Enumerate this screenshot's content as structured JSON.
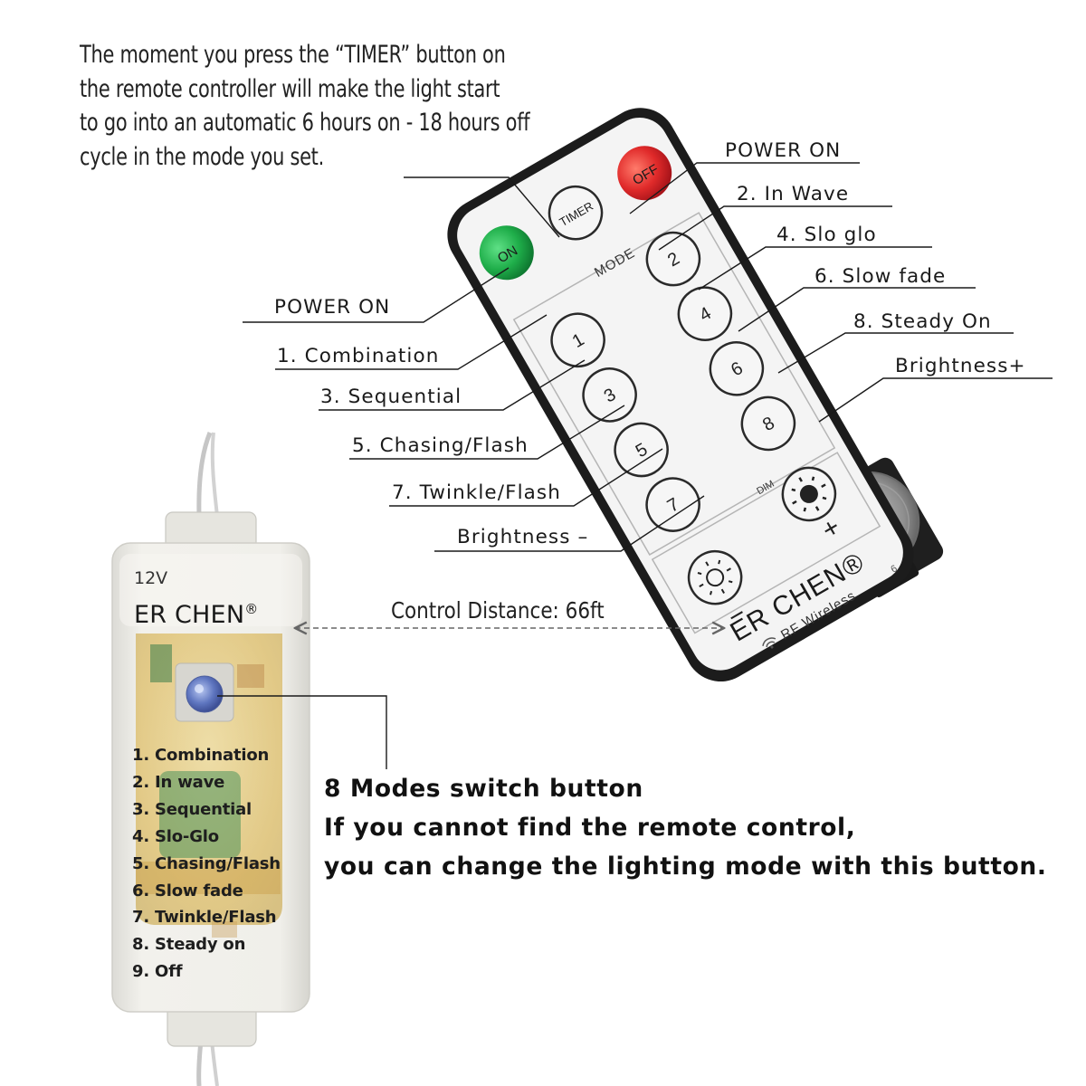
{
  "intro_lines": [
    "The moment you press the “TIMER” button on",
    "the remote controller will make the light start",
    "to go into an automatic 6 hours on - 18 hours off",
    "cycle in the mode you set."
  ],
  "callouts": {
    "power_on_right": "POWER ON",
    "in_wave": "2. In Wave",
    "slo_glo": "4. Slo glo",
    "slow_fade": "6. Slow fade",
    "steady_on": "8. Steady On",
    "brightness_plus": "Brightness+",
    "power_on_left": "POWER ON",
    "combination": "1. Combination",
    "sequential": "3. Sequential",
    "chasing_flash": "5. Chasing/Flash",
    "twinkle_flash": "7. Twinkle/Flash",
    "brightness_minus": "Brightness –"
  },
  "remote": {
    "timer_label": "TIMER",
    "off_label": "OFF",
    "on_label": "ON",
    "mode_label": "MODE",
    "dim_label": "DIM",
    "plus_label": "+",
    "minus_label": "−",
    "mode_buttons": [
      "1",
      "2",
      "3",
      "4",
      "5",
      "6",
      "7",
      "8"
    ],
    "brand": "ER CHEN®",
    "subtitle": "RF Wireless",
    "battery_mark": "6"
  },
  "control_distance": "Control Distance: 66ft",
  "controller": {
    "voltage": "12V",
    "brand": "ER CHEN",
    "brand_mark": "®",
    "modes": [
      "1. Combination",
      "2. In wave",
      "3. Sequential",
      "4. Slo-Glo",
      "5. Chasing/Flash",
      "6. Slow fade",
      "7. Twinkle/Flash",
      "8. Steady on",
      "9. Off"
    ]
  },
  "mode_button_text": [
    "8 Modes switch button",
    "If you cannot find the remote control,",
    "you can change the lighting mode with this button."
  ],
  "colors": {
    "on_button": "#1fae4a",
    "off_button": "#e02a2a",
    "remote_frame": "#1c1c1c",
    "remote_face": "#f4f4f4",
    "controller_body": "#ecebe6",
    "pcb": "#d9b24a",
    "mode_button": "#5f76c0"
  }
}
